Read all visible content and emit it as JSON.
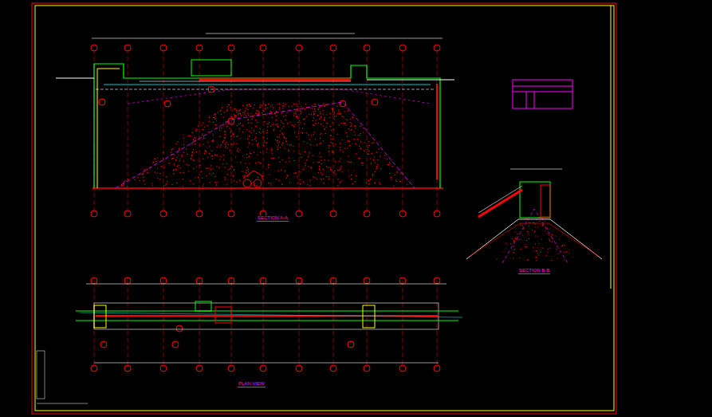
{
  "diagram": {
    "labels": [
      "SECTION A-A",
      "SECTION B-B",
      "PLAN VIEW"
    ]
  }
}
